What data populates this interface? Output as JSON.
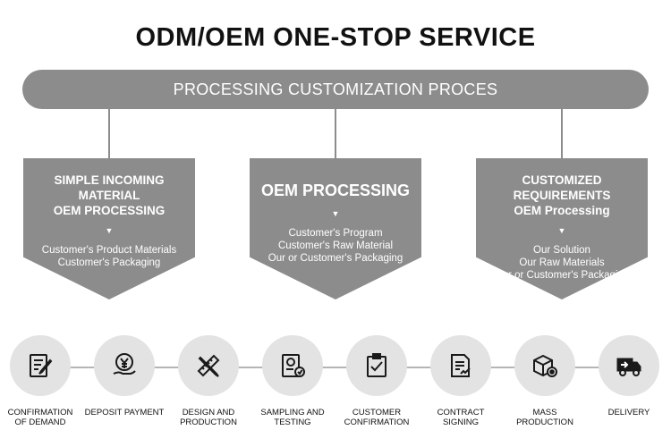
{
  "title": "ODM/OEM ONE-STOP SERVICE",
  "banner": "PROCESSING CUSTOMIZATION PROCES",
  "columns": [
    {
      "heading": "SIMPLE INCOMING MATERIAL\nOEM PROCESSING",
      "lines": [
        "Customer's Product Materials",
        "Customer's Packaging"
      ]
    },
    {
      "heading": "OEM PROCESSING",
      "lines": [
        "Customer's Program",
        "Customer's Raw Material",
        "Our or Customer's Packaging"
      ]
    },
    {
      "heading": "CUSTOMIZED REQUIREMENTS\nOEM Processing",
      "lines": [
        "Our Solution",
        "Our Raw Materials",
        "Our or Customer's Packaging"
      ]
    }
  ],
  "steps": [
    {
      "label": "CONFIRMATION\nOF DEMAND",
      "icon": "form-edit-icon"
    },
    {
      "label": "DEPOSIT PAYMENT",
      "icon": "yen-coin-hand-icon"
    },
    {
      "label": "DESIGN AND\nPRODUCTION",
      "icon": "pencil-ruler-icon"
    },
    {
      "label": "SAMPLING AND\nTESTING",
      "icon": "sample-test-icon"
    },
    {
      "label": "CUSTOMER\nCONFIRMATION",
      "icon": "clipboard-check-icon"
    },
    {
      "label": "CONTRACT\nSIGNING",
      "icon": "document-sign-icon"
    },
    {
      "label": "MASS\nPRODUCTION",
      "icon": "box-gear-icon"
    },
    {
      "label": "DELIVERY",
      "icon": "delivery-truck-icon"
    }
  ],
  "colors": {
    "panel": "#8c8c8c",
    "circle": "#e3e3e3",
    "icon": "#1a1a1a"
  }
}
